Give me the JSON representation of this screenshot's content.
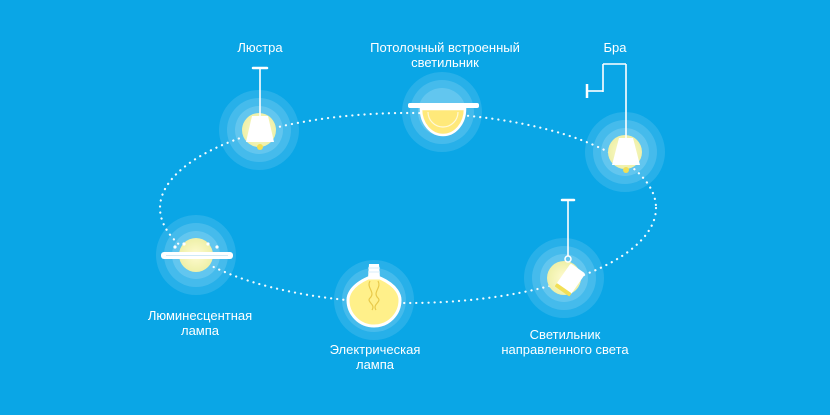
{
  "colors": {
    "background": "#0aa6e6",
    "glow": "#ffffff",
    "light_core": "#f6f0a0",
    "bulb_fill": "#fff08a",
    "fixture": "#ffffff"
  },
  "nodes": [
    {
      "id": "chandelier",
      "icon": "chandelier-icon",
      "label_lines": [
        "Люстра"
      ]
    },
    {
      "id": "recessed",
      "icon": "recessed-ceiling-light-icon",
      "label_lines": [
        "Потолочный встроенный",
        "светильник"
      ]
    },
    {
      "id": "sconce",
      "icon": "wall-sconce-icon",
      "label_lines": [
        "Бра"
      ]
    },
    {
      "id": "spot",
      "icon": "spotlight-icon",
      "label_lines": [
        "Светильник",
        "направленного света"
      ]
    },
    {
      "id": "bulb",
      "icon": "light-bulb-icon",
      "label_lines": [
        "Электрическая",
        "лампа"
      ]
    },
    {
      "id": "fluorescent",
      "icon": "fluorescent-tube-icon",
      "label_lines": [
        "Люминесцентная",
        "лампа"
      ]
    }
  ]
}
